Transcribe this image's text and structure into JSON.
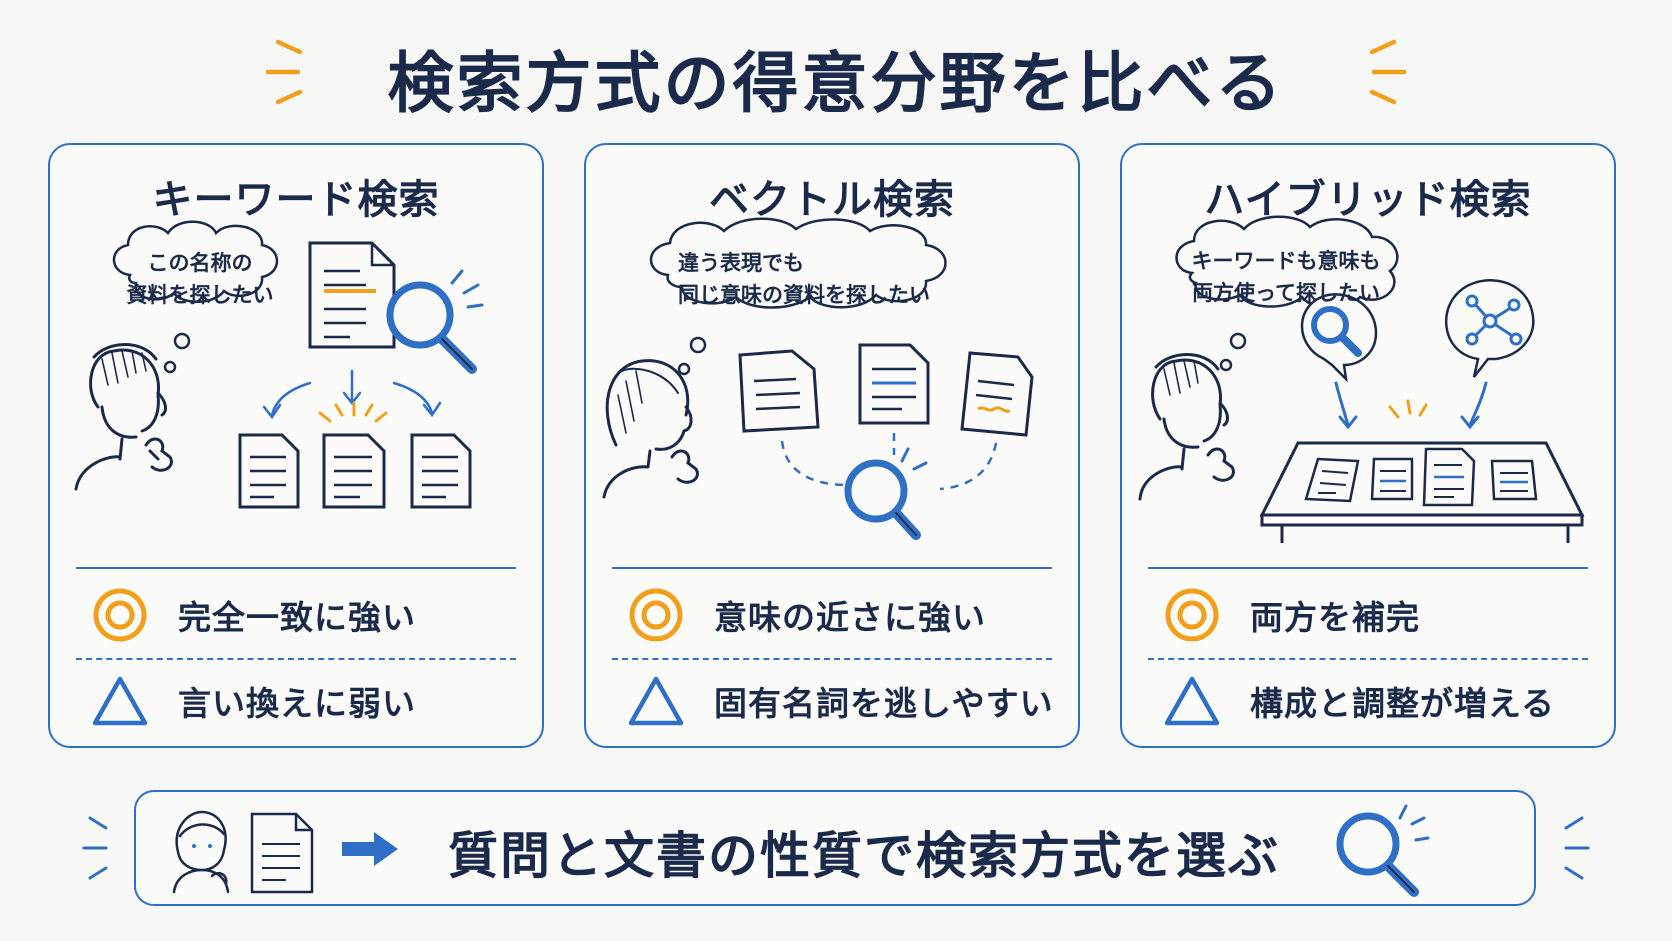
{
  "title": "検索方式の得意分野を比べる",
  "colors": {
    "accent": "#2f6fc6",
    "highlight": "#f2a01c",
    "ink": "#1b2a4a"
  },
  "cards": [
    {
      "title": "キーワード検索",
      "bubble": [
        "この名称の",
        "資料を探したい"
      ],
      "strength": "完全一致に強い",
      "weakness": "言い換えに弱い"
    },
    {
      "title": "ベクトル検索",
      "bubble": [
        "違う表現でも",
        "同じ意味の資料を探したい"
      ],
      "strength": "意味の近さに強い",
      "weakness": "固有名詞を逃しやすい"
    },
    {
      "title": "ハイブリッド検索",
      "bubble": [
        "キーワードも意味も",
        "両方使って探したい"
      ],
      "strength": "両方を補完",
      "weakness": "構成と調整が増える"
    }
  ],
  "footer": {
    "text": "質問と文書の性質で検索方式を選ぶ"
  },
  "icons": {
    "strength": "double-circle-icon",
    "weakness": "triangle-icon",
    "search": "magnifier-icon",
    "document": "document-icon",
    "person": "person-icon",
    "graph": "network-icon",
    "arrow": "arrow-right-icon"
  }
}
